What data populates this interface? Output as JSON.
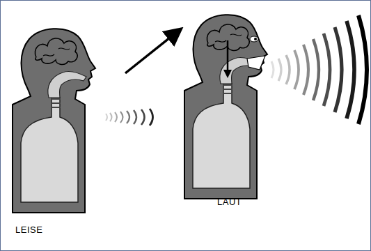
{
  "diagram": {
    "nodes": [
      {
        "text": [
          "LEISE"
        ]
      },
      {
        "text": [
          "LAUT"
        ]
      }
    ],
    "edges": [
      {
        "from": 0,
        "to": 1,
        "arrow": "to"
      }
    ]
  }
}
